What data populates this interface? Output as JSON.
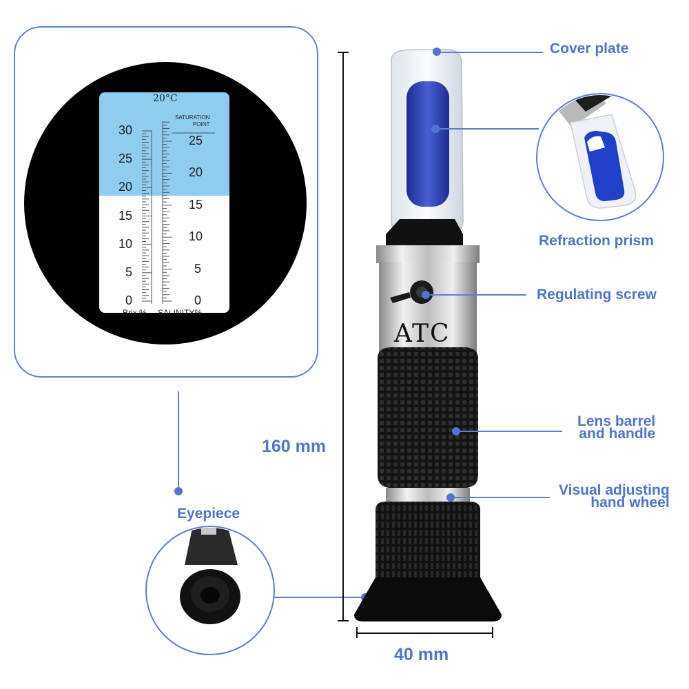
{
  "scale_view": {
    "temperature": "20°C",
    "saturation_point": [
      "SATURATION",
      "POINT"
    ],
    "brix_ticks": [
      "30",
      "25",
      "20",
      "15",
      "10",
      "5",
      "0"
    ],
    "salinity_ticks": [
      "25",
      "20",
      "15",
      "10",
      "5",
      "0"
    ],
    "brix_label": "Brix %",
    "salinity_label": "SALINITY%"
  },
  "device": {
    "atc_label": "ATC"
  },
  "callouts": {
    "cover_plate": "Cover plate",
    "refraction_prism": "Refraction prism",
    "regulating_screw": "Regulating screw",
    "lens_barrel": [
      "Lens barrel",
      "and handle"
    ],
    "visual_adjusting": [
      "Visual adjusting",
      "hand wheel"
    ],
    "eyepiece": "Eyepiece"
  },
  "dimensions": {
    "height": "160 mm",
    "width": "40 mm"
  },
  "colors": {
    "accent": "#4f75cf",
    "scale_blue": "#8fcdf0",
    "prism_blue": "#2c43b8"
  }
}
